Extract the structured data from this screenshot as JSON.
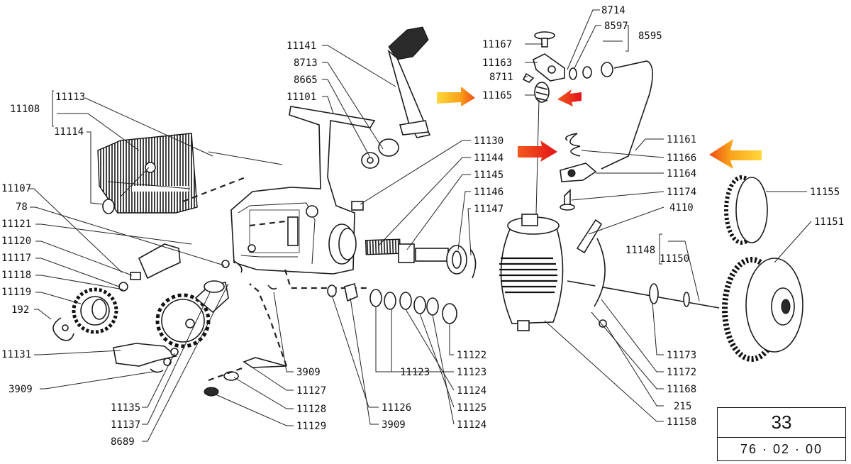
{
  "labels": {
    "l11108": "11108",
    "l11113": "11113",
    "l11114": "11114",
    "l11107": "11107",
    "l78": "78",
    "l11121": "11121",
    "l11120": "11120",
    "l11117": "11117",
    "l11118": "11118",
    "l11119": "11119",
    "l192": "192",
    "l11131": "11131",
    "l3909a": "3909",
    "l11135": "11135",
    "l11137": "11137",
    "l8689": "8689",
    "l11141": "11141",
    "l8713": "8713",
    "l8665": "8665",
    "l11101": "11101",
    "l11130": "11130",
    "l11144": "11144",
    "l11145": "11145",
    "l11146": "11146",
    "l11147": "11147",
    "l3909b": "3909",
    "l11127": "11127",
    "l11128": "11128",
    "l11129": "11129",
    "l11126": "11126",
    "l3909c": "3909",
    "l11123a": "11123",
    "l11122": "11122",
    "l11123b": "11123",
    "l11124a": "11124",
    "l11125": "11125",
    "l11124b": "11124",
    "l8714": "8714",
    "l8597": "8597",
    "l8595": "8595",
    "l11167": "11167",
    "l11163": "11163",
    "l8711": "8711",
    "l11165": "11165",
    "l11161": "11161",
    "l11166": "11166",
    "l11164": "11164",
    "l11174": "11174",
    "l4110": "4110",
    "l11148": "11148",
    "l11150": "11150",
    "l11155": "11155",
    "l11151": "11151",
    "l11173": "11173",
    "l11172": "11172",
    "l11168": "11168",
    "l215": "215",
    "l11158": "11158"
  },
  "stamp": {
    "page": "33",
    "date": "76 · 02 · 00"
  },
  "colors": {
    "arrow_red": "#e8261b",
    "arrow_orange": "#f7a10e",
    "ink": "#1a1a1a"
  },
  "icons": [
    "highlight-arrow-icon"
  ]
}
